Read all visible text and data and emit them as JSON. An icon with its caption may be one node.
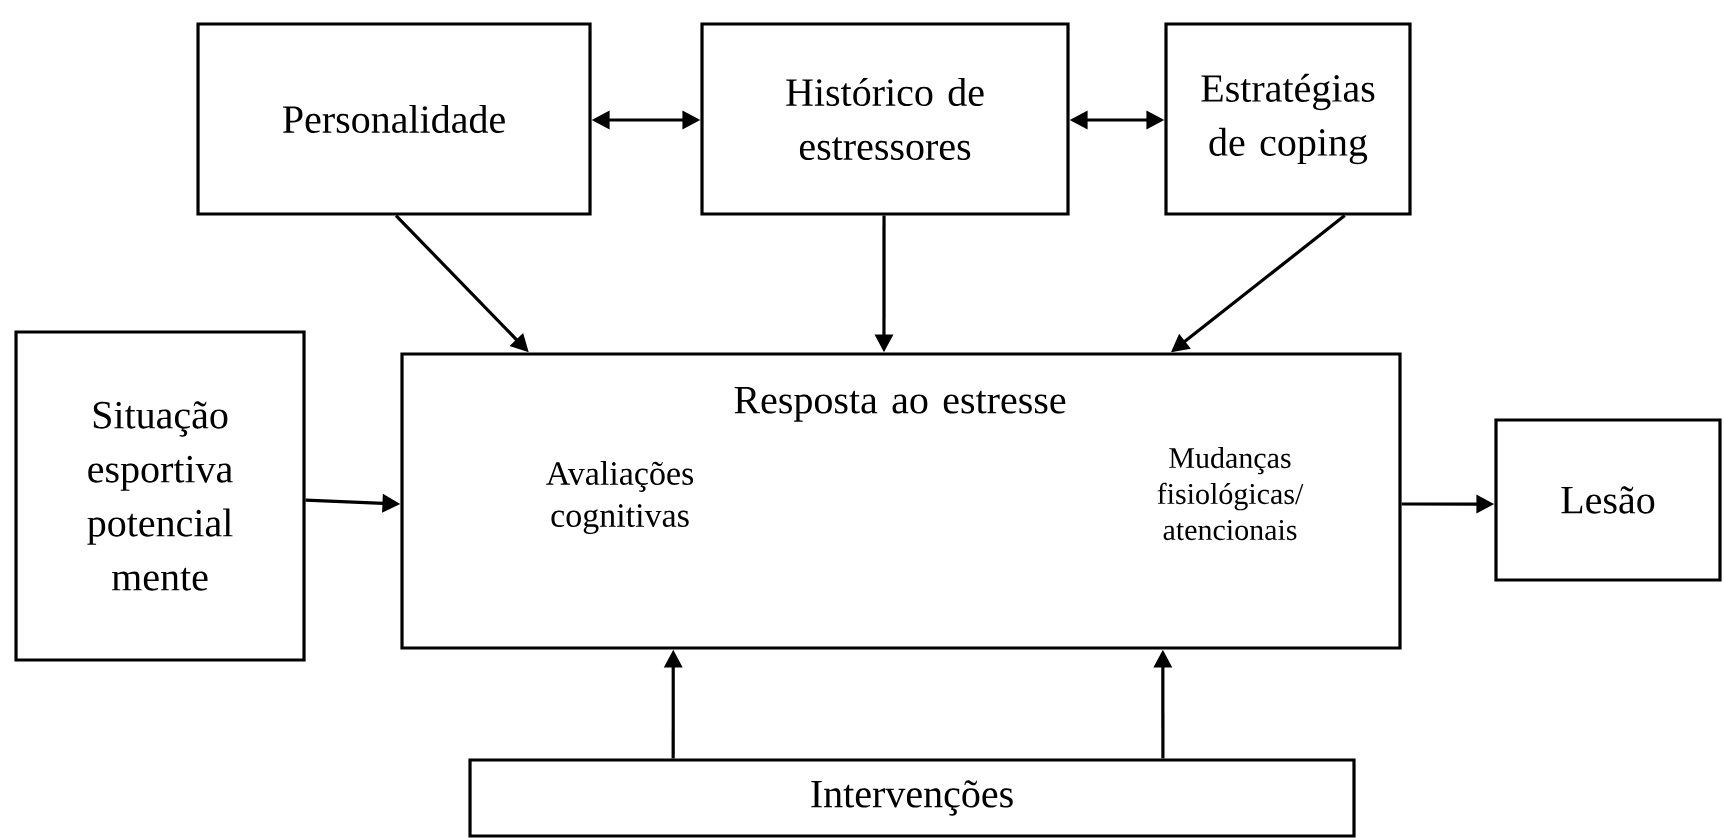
{
  "diagram": {
    "nodes": [
      {
        "text": [
          "Personalidade"
        ]
      },
      {
        "text": [
          "Histórico de estressores"
        ]
      },
      {
        "text": [
          "Estratégias de coping"
        ]
      },
      {
        "text": [
          "Situação esportiva potencial mente"
        ]
      },
      {
        "text": [
          "Resposta ao estresse",
          "Avaliações cognitivas",
          "Mudanças fisiológicas/ atencionais"
        ]
      },
      {
        "text": [
          "Lesão"
        ]
      },
      {
        "text": [
          "Intervenções"
        ]
      }
    ],
    "edges": [
      {
        "from": 0,
        "to": 1,
        "arrow": "both"
      },
      {
        "from": 1,
        "to": 2,
        "arrow": "both"
      },
      {
        "from": 0,
        "to": 4,
        "arrow": "to"
      },
      {
        "from": 1,
        "to": 4,
        "arrow": "to"
      },
      {
        "from": 2,
        "to": 4,
        "arrow": "to"
      },
      {
        "from": 3,
        "to": 4,
        "arrow": "to"
      },
      {
        "from": 4,
        "to": 5,
        "arrow": "to"
      },
      {
        "from": 6,
        "to": 4,
        "arrow": "to"
      },
      {
        "from": 6,
        "to": 4,
        "arrow": "to"
      }
    ]
  }
}
